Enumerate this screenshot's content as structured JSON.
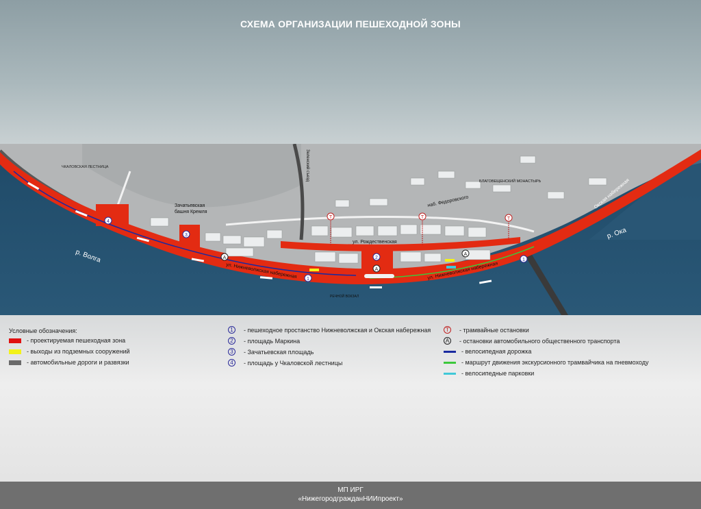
{
  "title": "СХЕМА  ОРГАНИЗАЦИИ ПЕШЕХОДНОЙ ЗОНЫ",
  "map": {
    "labels": {
      "chkalov_stairs": "ЧКАЛОВСКАЯ ЛЕСТНИЦА",
      "zachatievskaya_tower_1": "Зачатьевская",
      "zachatievskaya_tower_2": "башня  Кремля",
      "zelensky_descent": "Зеленский съезд",
      "fedorovsky_emb": "наб. Федоровского",
      "blagoveshchensky": "БЛАГОВЕЩЕНСКИЙ МОНАСТЫРЬ",
      "oka_emb": "Окская набережная",
      "rozhdestvenskaya": "ул. Рождественская",
      "nizhnevolzhskaya_1": "ул. Нижневолжская набережная",
      "nizhnevolzhskaya_2": "ул. Нижневолжская набережная",
      "river_station": "РЕЧНОЙ ВОКЗАЛ",
      "volga": "р. Волга",
      "oka": "р. Ока"
    },
    "markers": {
      "num1": "1",
      "num2": "2",
      "num3": "3",
      "num4": "4",
      "tram": "Т",
      "bus": "А"
    }
  },
  "legend": {
    "heading": "Условные обозначения:",
    "left": [
      {
        "color": "#e01010",
        "text": "- проектируемая пешеходная зона"
      },
      {
        "color": "#f2f21a",
        "text": "- выходы из подземных сооружений"
      },
      {
        "color": "#6a6a6a",
        "text": "- автомобильные дороги и развязки"
      }
    ],
    "middle": [
      {
        "num": "1",
        "text": "- пешеходное простанство Нижневолжская и Окская набережная"
      },
      {
        "num": "2",
        "text": "- площадь Маркина"
      },
      {
        "num": "3",
        "text": "- Зачатьевская площадь"
      },
      {
        "num": "4",
        "text": "- площадь у Чкаловской лестницы"
      }
    ],
    "right_symbols": [
      {
        "sym": "Т",
        "text": "- трамвайные остановки"
      },
      {
        "sym": "А",
        "text": "- остановки автомобильного общественного транспорта"
      }
    ],
    "right_lines": [
      {
        "color": "#1a2aa0",
        "text": "- велосипедная дорожка"
      },
      {
        "color": "#3cc83c",
        "text": "- маршрут движения экскурсионного трамвайчика на пневмоходу"
      },
      {
        "color": "#40c8d8",
        "text": "- велосипедные парковки"
      }
    ]
  },
  "footer": {
    "line1": "МП ИРГ",
    "line2": "«НижегородгражданНИИпроект»"
  }
}
